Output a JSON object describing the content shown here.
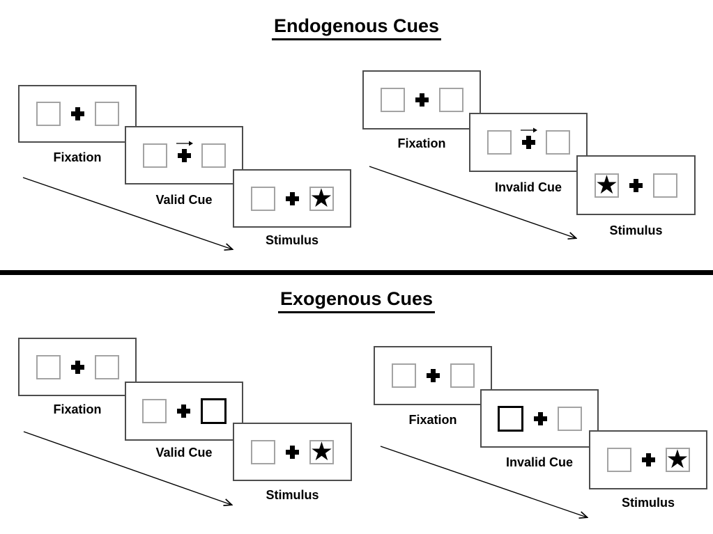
{
  "sections": {
    "endogenous": {
      "title": "Endogenous Cues",
      "valid_trial": {
        "fixation_label": "Fixation",
        "cue_label": "Valid Cue",
        "stimulus_label": "Stimulus",
        "cue_type": "central arrow pointing right",
        "stimulus_side": "right"
      },
      "invalid_trial": {
        "fixation_label": "Fixation",
        "cue_label": "Invalid Cue",
        "stimulus_label": "Stimulus",
        "cue_type": "central arrow pointing right",
        "stimulus_side": "left"
      }
    },
    "exogenous": {
      "title": "Exogenous Cues",
      "valid_trial": {
        "fixation_label": "Fixation",
        "cue_label": "Valid Cue",
        "stimulus_label": "Stimulus",
        "cue_type": "right box highlighted",
        "stimulus_side": "right"
      },
      "invalid_trial": {
        "fixation_label": "Fixation",
        "cue_label": "Invalid Cue",
        "stimulus_label": "Stimulus",
        "cue_type": "left box highlighted",
        "stimulus_side": "right"
      }
    }
  },
  "glyphs": {
    "star": "★"
  },
  "colors": {
    "background": "#ffffff",
    "ink": "#000000",
    "panel_border": "#4d4d4d",
    "square_border": "#a3a3a3",
    "highlight_square_border": "#000000",
    "divider": "#000000"
  }
}
